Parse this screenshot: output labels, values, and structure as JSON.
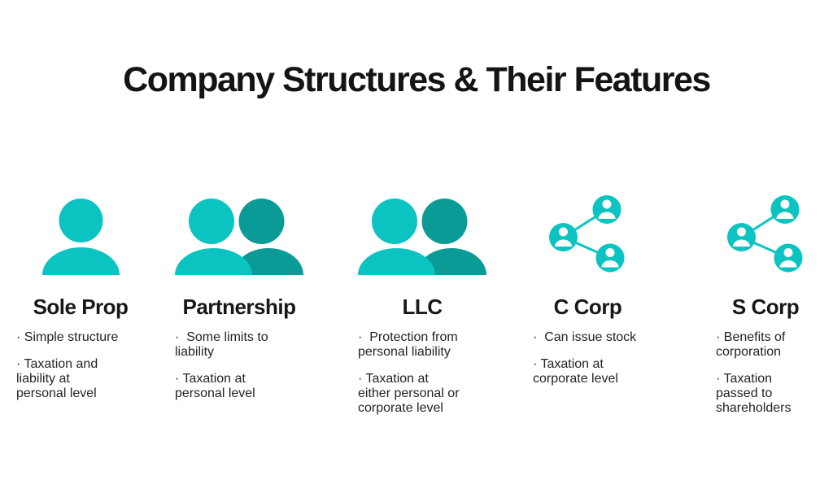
{
  "title": "Company Structures & Their Features",
  "colors": {
    "teal_light": "#0bc4c2",
    "teal_dark": "#0a9b96",
    "ink": "#1c1c1c"
  },
  "columns": [
    {
      "name": "Sole Prop",
      "icon": "single-person-icon",
      "features": [
        "· Simple structure",
        "· Taxation and\nliability at\npersonal level"
      ]
    },
    {
      "name": "Partnership",
      "icon": "two-people-icon",
      "features": [
        "·  Some limits to\nliability",
        "· Taxation at\npersonal level"
      ]
    },
    {
      "name": "LLC",
      "icon": "two-people-icon",
      "features": [
        "·  Protection from\npersonal liability",
        "· Taxation at\neither personal or\ncorporate level"
      ]
    },
    {
      "name": "C Corp",
      "icon": "people-network-icon",
      "features": [
        "·  Can issue stock",
        "· Taxation at\ncorporate level"
      ]
    },
    {
      "name": "S Corp",
      "icon": "people-network-icon",
      "features": [
        "· Benefits of\ncorporation",
        "· Taxation\npassed to\nshareholders"
      ]
    }
  ]
}
